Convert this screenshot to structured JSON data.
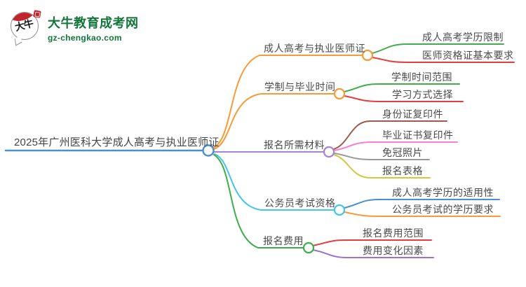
{
  "logo": {
    "icon_text": "大牛",
    "title": "大牛教育成考网",
    "subtitle": "gz-chengkao.com"
  },
  "colors": {
    "text": "#4a4a4a",
    "brand_green": "#12753a",
    "logo_red": "#c2242b",
    "blue": "#4a8fd2",
    "orange": "#f89a36",
    "purple": "#a982d8",
    "cyan": "#45c6e8",
    "green": "#3fae49",
    "red": "#e73c3e",
    "brown": "#9d5c49",
    "pink": "#f97ed3",
    "gray": "#999999",
    "olive": "#cfc93e",
    "violet": "#9c6fd6"
  },
  "mindmap": {
    "root": {
      "label": "2025年广州医科大学成人高考与执业医师证"
    },
    "branches": [
      {
        "label": "成人高考与执业医师证",
        "children": [
          {
            "label": "成人高考学历限制"
          },
          {
            "label": "医师资格证基本要求"
          }
        ]
      },
      {
        "label": "学制与毕业时间",
        "children": [
          {
            "label": "学制时间范围"
          },
          {
            "label": "学习方式选择"
          }
        ]
      },
      {
        "label": "报名所需材料",
        "children": [
          {
            "label": "身份证复印件"
          },
          {
            "label": "毕业证书复印件"
          },
          {
            "label": "免冠照片"
          },
          {
            "label": "报名表格"
          }
        ]
      },
      {
        "label": "公务员考试资格",
        "children": [
          {
            "label": "成人高考学历的适用性"
          },
          {
            "label": "公务员考试的学历要求"
          }
        ]
      },
      {
        "label": "报名费用",
        "children": [
          {
            "label": "报名费用范围"
          },
          {
            "label": "费用变化因素"
          }
        ]
      }
    ]
  }
}
